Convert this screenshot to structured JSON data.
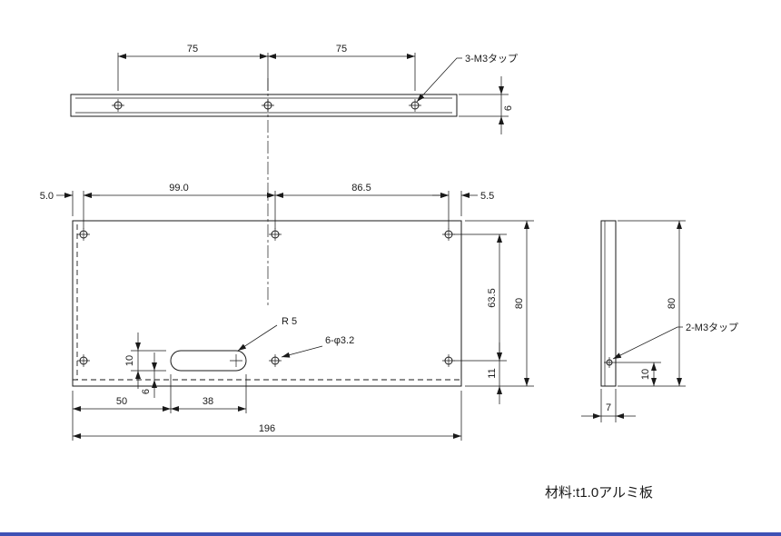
{
  "page": {
    "material_note": "材料:t1.0アルミ板",
    "accent_color": "#3f51b5",
    "line_color": "#1a1a1a"
  },
  "top_view": {
    "dim_left": "75",
    "dim_right": "75",
    "dim_height": "6",
    "tap_label": "3-M3タップ"
  },
  "front_view": {
    "dim_offset_left": "5.0",
    "dim_span_left": "99.0",
    "dim_span_right": "86.5",
    "dim_offset_right": "5.5",
    "dim_hole_span_v": "63.5",
    "dim_height": "80",
    "dim_bottom_offset": "11",
    "dim_slot_height": "10",
    "dim_slot_to_edge": "6",
    "dim_slot_x": "50",
    "dim_slot_len": "38",
    "dim_width": "196",
    "radius_label": "R 5",
    "holes_label": "6-φ3.2"
  },
  "side_view": {
    "dim_height": "80",
    "dim_hole_offset": "10",
    "dim_depth": "7",
    "tap_label": "2-M3タップ"
  }
}
